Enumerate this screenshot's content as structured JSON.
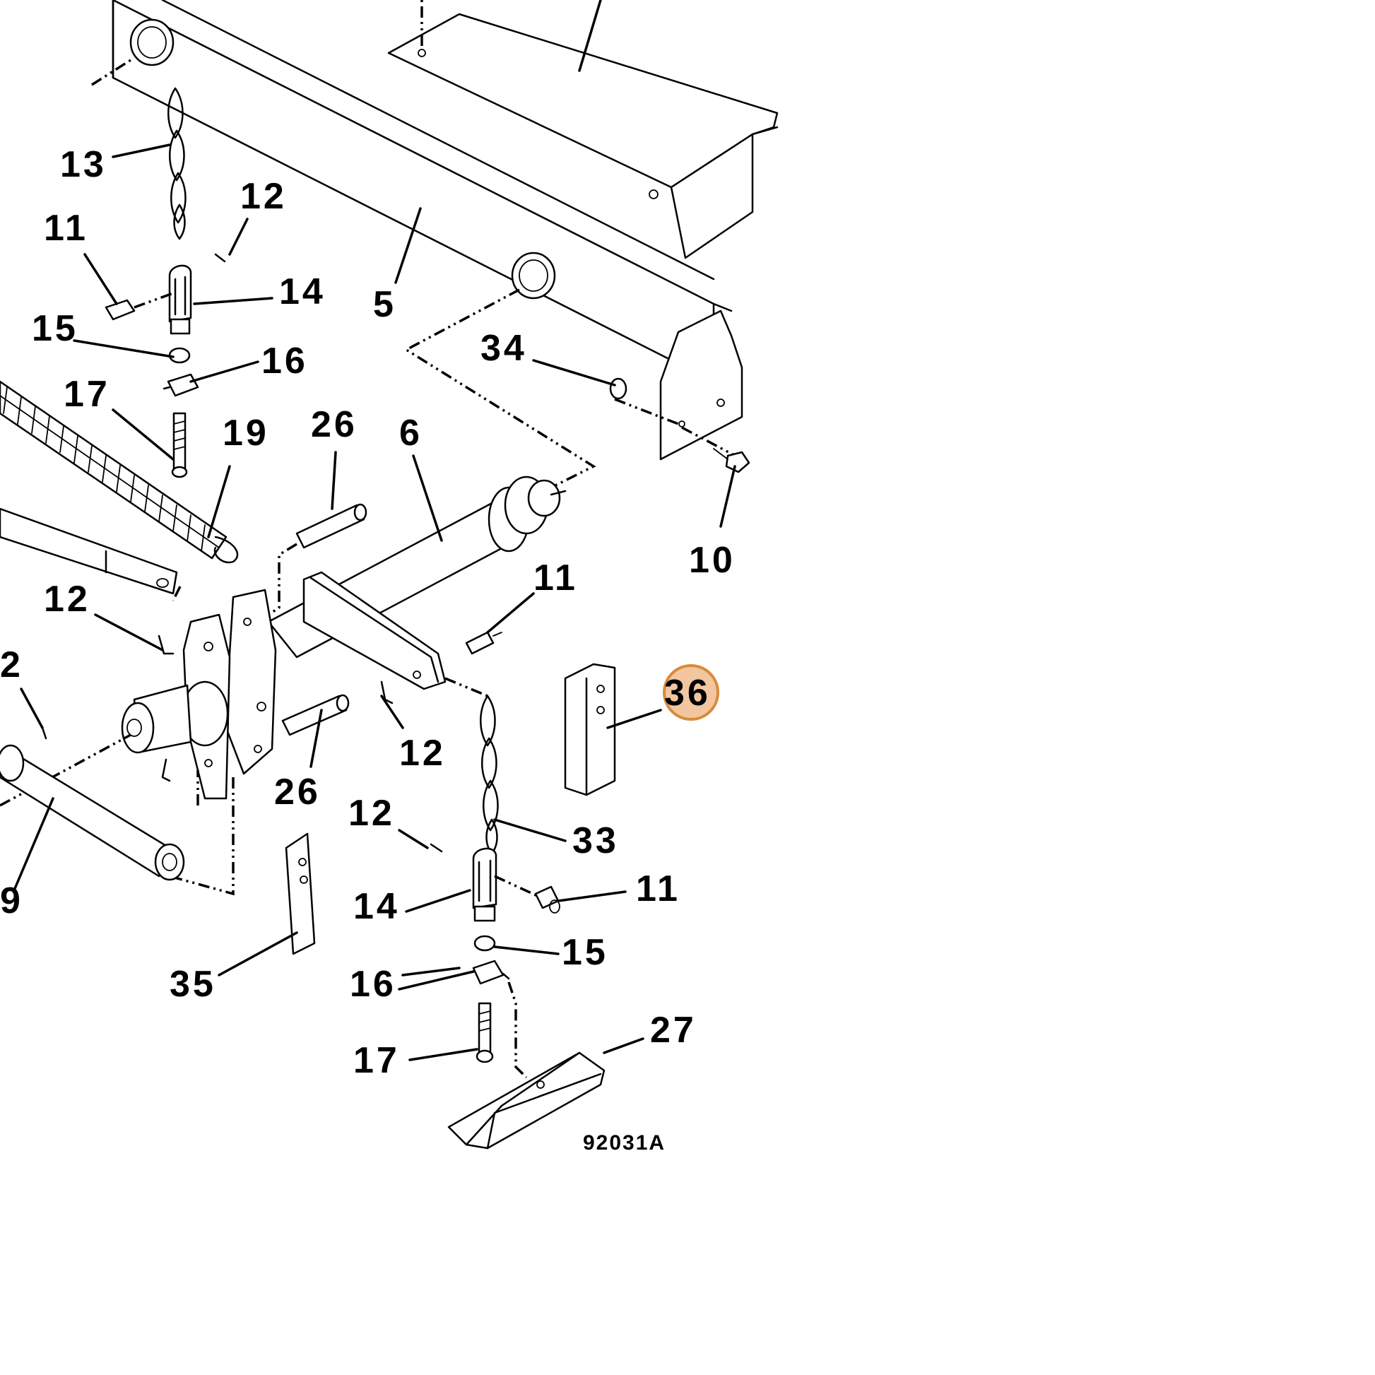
{
  "diagram": {
    "figure_id": "92031A",
    "highlight_color": "#e8a060",
    "highlight_stroke": "#d98a3a",
    "callouts": [
      {
        "id": "c13",
        "text": "13"
      },
      {
        "id": "c12a",
        "text": "12"
      },
      {
        "id": "c11a",
        "text": "11"
      },
      {
        "id": "c14a",
        "text": "14"
      },
      {
        "id": "c5",
        "text": "5"
      },
      {
        "id": "c15a",
        "text": "15"
      },
      {
        "id": "c16a",
        "text": "16"
      },
      {
        "id": "c17a",
        "text": "17"
      },
      {
        "id": "c34",
        "text": "34"
      },
      {
        "id": "c26a",
        "text": "26"
      },
      {
        "id": "c19",
        "text": "19"
      },
      {
        "id": "c6",
        "text": "6"
      },
      {
        "id": "c10",
        "text": "10"
      },
      {
        "id": "c11b",
        "text": "11"
      },
      {
        "id": "c12b",
        "text": "12"
      },
      {
        "id": "c2",
        "text": "2"
      },
      {
        "id": "c36",
        "text": "36",
        "highlighted": true
      },
      {
        "id": "c12c",
        "text": "12"
      },
      {
        "id": "c26b",
        "text": "26"
      },
      {
        "id": "c12d",
        "text": "12"
      },
      {
        "id": "c33",
        "text": "33"
      },
      {
        "id": "c9",
        "text": "9"
      },
      {
        "id": "c14b",
        "text": "14"
      },
      {
        "id": "c11c",
        "text": "11"
      },
      {
        "id": "c15b",
        "text": "15"
      },
      {
        "id": "c35",
        "text": "35"
      },
      {
        "id": "c16b",
        "text": "16"
      },
      {
        "id": "c27",
        "text": "27"
      },
      {
        "id": "c17b",
        "text": "17"
      }
    ]
  }
}
